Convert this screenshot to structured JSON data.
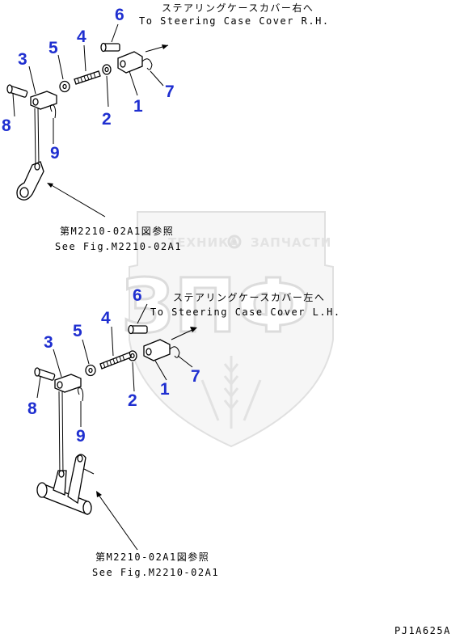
{
  "upper": {
    "callouts": {
      "c1": "1",
      "c2": "2",
      "c3": "3",
      "c4": "4",
      "c5": "5",
      "c6": "6",
      "c7": "7",
      "c8": "8",
      "c9": "9"
    },
    "dest_jp": "ステアリングケースカバー右へ",
    "dest_en": "To Steering Case Cover R.H.",
    "ref_jp": "第M2210-02A1図参照",
    "ref_en": "See Fig.M2210-02A1"
  },
  "lower": {
    "callouts": {
      "c1": "1",
      "c2": "2",
      "c3": "3",
      "c4": "4",
      "c5": "5",
      "c6": "6",
      "c7": "7",
      "c8": "8",
      "c9": "9"
    },
    "dest_jp": "ステアリングケースカバー左へ",
    "dest_en": "To Steering Case Cover L.H.",
    "ref_jp": "第M2210-02A1図参照",
    "ref_en": "See Fig.M2210-02A1"
  },
  "watermark": {
    "brand_left": "ТЕХНИКА",
    "brand_right": "ЗАПЧАСТИ",
    "monogram": "ЗПФ"
  },
  "drawing_code": "PJ1A625A"
}
